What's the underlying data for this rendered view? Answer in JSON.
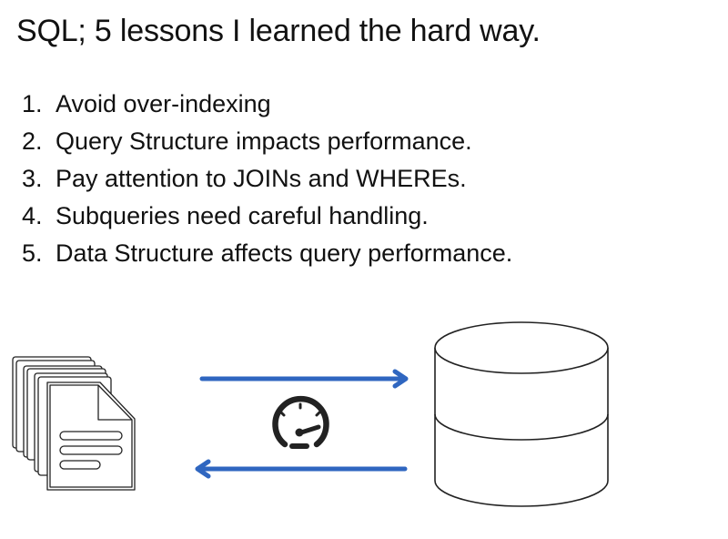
{
  "title": "SQL; 5 lessons I learned the hard way.",
  "lessons": [
    {
      "num": "1.",
      "text": "Avoid over-indexing"
    },
    {
      "num": "2.",
      "text": "Query Structure impacts performance."
    },
    {
      "num": "3.",
      "text": "Pay attention to JOINs and WHEREs."
    },
    {
      "num": "4.",
      "text": "Subqueries need careful handling."
    },
    {
      "num": "5.",
      "text": "Data Structure affects query performance."
    }
  ],
  "diagram": {
    "left_icon": "stacked-documents-icon",
    "center_icon": "speedometer-icon",
    "right_icon": "database-cylinder-icon",
    "arrow_color": "#2f66c0",
    "stroke_color": "#222222"
  }
}
